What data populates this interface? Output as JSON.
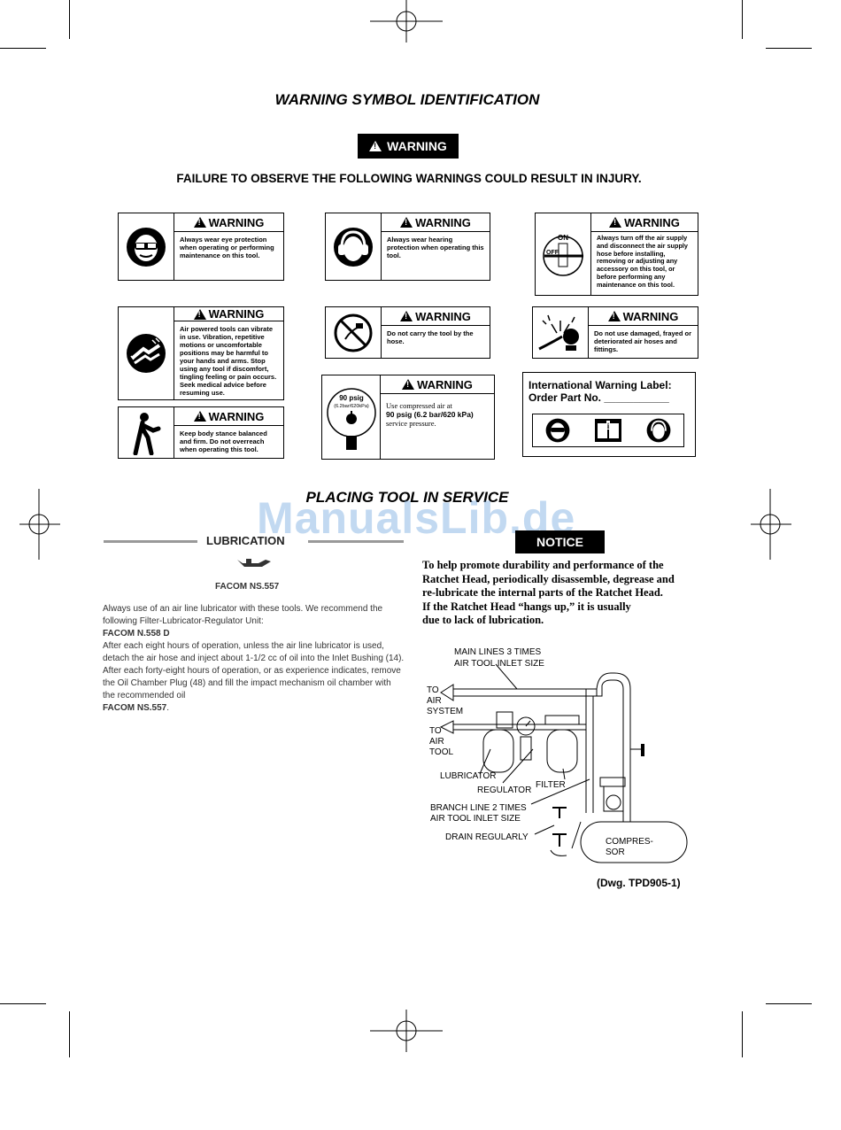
{
  "header": {
    "title": "WARNING SYMBOL IDENTIFICATION",
    "warning_label": "WARNING",
    "failure_text": "FAILURE TO OBSERVE THE FOLLOWING WARNINGS COULD RESULT IN INJURY."
  },
  "warnings": [
    {
      "title": "WARNING",
      "text": "Always wear eye protection when operating or performing maintenance on this tool.",
      "icon": "eye-protection-icon"
    },
    {
      "title": "WARNING",
      "text": "Always wear hearing protection when operating this tool.",
      "icon": "hearing-protection-icon"
    },
    {
      "title": "WARNING",
      "text": "Always turn off the air supply and disconnect the air supply hose before installing, removing or adjusting any accessory on this tool, or before performing any maintenance on this tool.",
      "icon": "air-off-icon",
      "icon_on": "ON",
      "icon_off": "OFF"
    },
    {
      "title": "WARNING",
      "text": "Air powered tools can vibrate in use. Vibration, repetitive motions or uncomfortable positions may be harmful to your hands and arms. Stop using any tool if discomfort, tingling feeling or pain occurs. Seek medical advice before resuming use.",
      "icon": "vibration-icon"
    },
    {
      "title": "WARNING",
      "text": "Do not carry the tool by the hose.",
      "icon": "no-carry-by-hose-icon"
    },
    {
      "title": "WARNING",
      "text": "Do not use damaged, frayed or deteriorated air hoses and fittings.",
      "icon": "damaged-hose-icon"
    },
    {
      "title": "WARNING",
      "text": "Keep body stance balanced and firm. Do not overreach when operating this tool.",
      "icon": "balanced-stance-icon"
    },
    {
      "title": "WARNING",
      "text_plain": "Use compressed air at",
      "text_bold": "90 psig (6.2 bar/620 kPa)",
      "text_end": "service pressure.",
      "icon": "pressure-gauge-icon",
      "gauge_psig": "90 psig",
      "gauge_units": "(6.2bar/620kPa)"
    }
  ],
  "intl_label": {
    "line1": "International Warning Label:",
    "line2": "Order Part No. ___________"
  },
  "section_title": "PLACING TOOL IN SERVICE",
  "watermark": "ManualsLib.de",
  "lubrication": {
    "heading": "LUBRICATION",
    "oil_ref": "FACOM NS.557",
    "p1": "Always use of an air line lubricator with these tools. We recommend the following Filter-Lubricator-Regulator Unit:",
    "p1_bold": "FACOM N.558 D",
    "p2": "After each eight hours of operation, unless the air line lubricator is used, detach the air hose and inject about 1-1/2 cc of oil into the Inlet Bushing (14).",
    "p3": "After each forty-eight hours of operation, or as experience indicates, remove the Oil Chamber Plug (48) and fill the impact mechanism oil chamber with the recommended oil",
    "p3_bold": "FACOM NS.557",
    "p3_end": "."
  },
  "notice": {
    "label": "NOTICE",
    "lines": [
      "To help promote durability and performance of the",
      "Ratchet Head, periodically disassemble, degrease and",
      "re-lubricate the internal parts of the Ratchet Head.",
      "If the Ratchet  Head “hangs up,”  it is usually",
      "due to lack of lubrication."
    ]
  },
  "diagram": {
    "main_lines": "MAIN  LINES  3  TIMES",
    "main_lines2": "AIR TOOL INLET SIZE",
    "to_air_system": [
      "TO",
      "AIR",
      "SYSTEM"
    ],
    "to_air_tool": [
      "TO",
      "AIR",
      "TOOL"
    ],
    "lubricator": "LUBRICATOR",
    "regulator": "REGULATOR",
    "filter": "FILTER",
    "branch_line": "BRANCH  LINE  2  TIMES",
    "branch_line2": "AIR TOOL INLET SIZE",
    "drain": "DRAIN REGULARLY",
    "compressor": [
      "COMPRES-",
      "SOR"
    ],
    "caption": "(Dwg. TPD905-1)"
  }
}
